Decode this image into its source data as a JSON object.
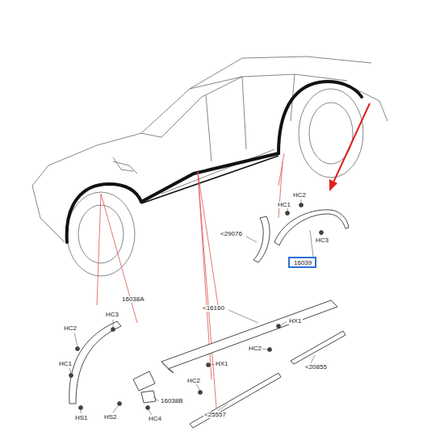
{
  "diagram": {
    "nodes": [
      {
        "text": [
          "16039"
        ]
      }
    ],
    "labels": [
      "HC2",
      "HC1",
      "<29076",
      "HC3",
      "16038A",
      "HC3",
      "HC2",
      "HC1",
      "HS1",
      "HS2",
      "HC4",
      "16038B",
      "<16160",
      "HX1",
      "HX1",
      "HC2",
      "<20855",
      "HC2",
      "<25557"
    ]
  }
}
